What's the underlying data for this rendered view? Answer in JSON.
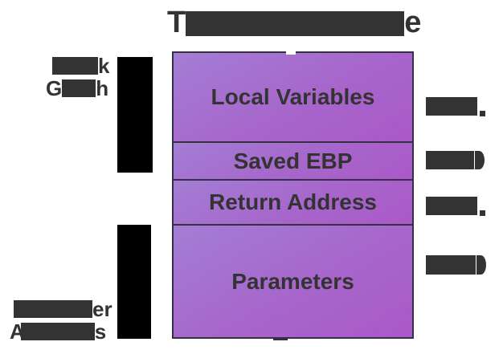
{
  "colors": {
    "text": "#333333",
    "redact": "#333333",
    "black": "#000000",
    "border": "#362f45",
    "purple_light": "#a37ed4",
    "purple_mid": "#a766cb",
    "purple_dark": "#aa59c8"
  },
  "title": {
    "visible_prefix": "T",
    "visible_suffix": "e",
    "middle_redacted": true
  },
  "left_labels": {
    "stack_growth": {
      "line1_suffix": "k",
      "line2_prefix": "G",
      "line2_suffix": "h",
      "redacted": true
    },
    "higher_addresses": {
      "line1_suffix": "er",
      "line2_prefix": "A",
      "line2_suffix": "s",
      "redacted": true
    }
  },
  "stack": {
    "cells": [
      {
        "label": "Local Variables"
      },
      {
        "label": "Saved EBP"
      },
      {
        "label": "Return Address"
      },
      {
        "label": "Parameters"
      }
    ]
  },
  "right_labels": [
    {
      "redacted": true,
      "tail_shape": "dot"
    },
    {
      "redacted": true,
      "tail_shape": "round"
    },
    {
      "redacted": true,
      "tail_shape": "dot"
    },
    {
      "redacted": true,
      "tail_shape": "round"
    }
  ]
}
